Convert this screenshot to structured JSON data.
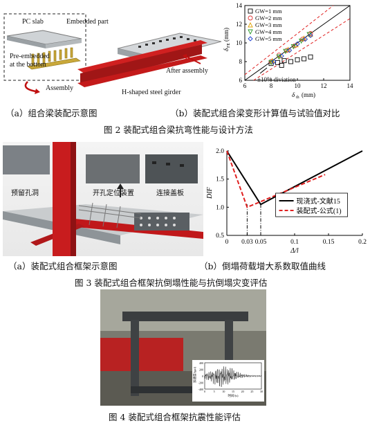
{
  "fig2": {
    "a": {
      "labels": {
        "pc_slab": "PC slab",
        "embedded_part": "Embedded part",
        "pre_embedded": "Pre-embedded",
        "at_bottom": "at the bottom",
        "after_assembly": "After assembly",
        "assembly": "Assembly",
        "girder": "H-shaped steel girder"
      },
      "caption": "（a）组合梁装配示意图"
    },
    "b": {
      "caption": "（b）装配式组合梁变形计算值与试验值对比",
      "ylabel": "δ",
      "ylabel_sub": "FE",
      "ylabel_unit": "(mm)",
      "xlabel": "δ",
      "xlabel_sub": "th",
      "xlabel_unit": "(mm)",
      "annotation": "±10% diviation"
    },
    "title": "图 2  装配式组合梁抗弯性能与设计方法"
  },
  "fig3": {
    "a": {
      "labels": {
        "hole": "预留孔洞",
        "positioning": "开孔定位装置",
        "cover_plate": "连接盖板"
      },
      "caption": "（a）装配式组合框架示意图"
    },
    "b": {
      "caption": "（b）倒塌荷载增大系数取值曲线",
      "ylabel": "DIF",
      "xlabel": "Δ/l",
      "legend": [
        "现浇式-文献15",
        "装配式-公式(1)"
      ]
    },
    "title": "图 3  装配式组合框架抗倒塌性能与抗倒塌灾变评估"
  },
  "fig4": {
    "title": "图 4  装配式组合框架抗震性能评估",
    "inset": {
      "ylabel": "加速度/(gal)",
      "xlabel": "时间/(s)",
      "yticks": [
        "400",
        "200",
        "0",
        "-200",
        "-400"
      ],
      "xticks": [
        "0",
        "5",
        "10",
        "15",
        "20",
        "25",
        "30"
      ]
    }
  },
  "chart_data": [
    {
      "type": "scatter",
      "title": "",
      "xlabel": "δth (mm)",
      "ylabel": "δFE (mm)",
      "xlim": [
        6,
        14
      ],
      "ylim": [
        6,
        14
      ],
      "xticks": [
        6,
        8,
        10,
        12,
        14
      ],
      "yticks": [
        6,
        8,
        10,
        12,
        14
      ],
      "legend_position": "top-left",
      "reference_lines": [
        "y=x",
        "y=1.1x",
        "y=0.9x"
      ],
      "series": [
        {
          "name": "GW=1 mm",
          "marker": "square",
          "color": "#000000",
          "points": [
            [
              8.0,
              7.8
            ],
            [
              8.5,
              7.9
            ],
            [
              9.0,
              8.1
            ],
            [
              9.5,
              8.0
            ],
            [
              10.0,
              8.2
            ],
            [
              10.5,
              8.3
            ],
            [
              11.0,
              8.5
            ],
            [
              8.8,
              7.6
            ]
          ]
        },
        {
          "name": "GW=2 mm",
          "marker": "circle",
          "color": "#e03030",
          "points": [
            [
              8.0,
              8.0
            ],
            [
              8.6,
              8.7
            ],
            [
              9.2,
              9.2
            ],
            [
              9.8,
              9.7
            ],
            [
              10.4,
              10.4
            ],
            [
              11.0,
              11.0
            ]
          ]
        },
        {
          "name": "GW=3 mm",
          "marker": "triangle-up",
          "color": "#e0a000",
          "points": [
            [
              8.1,
              8.1
            ],
            [
              8.7,
              8.6
            ],
            [
              9.3,
              9.3
            ],
            [
              9.9,
              9.8
            ],
            [
              10.5,
              10.5
            ],
            [
              11.0,
              10.9
            ]
          ]
        },
        {
          "name": "GW=4 mm",
          "marker": "triangle-down",
          "color": "#2a9a2a",
          "points": [
            [
              8.0,
              7.9
            ],
            [
              8.6,
              8.5
            ],
            [
              9.1,
              9.1
            ],
            [
              9.7,
              9.6
            ],
            [
              10.3,
              10.2
            ],
            [
              10.9,
              10.9
            ]
          ]
        },
        {
          "name": "GW=5 mm",
          "marker": "diamond",
          "color": "#1a3ad0",
          "points": [
            [
              8.2,
              8.0
            ],
            [
              8.8,
              8.6
            ],
            [
              9.4,
              9.2
            ],
            [
              10.0,
              9.9
            ],
            [
              10.6,
              10.4
            ],
            [
              11.0,
              10.8
            ]
          ]
        }
      ]
    },
    {
      "type": "line",
      "title": "",
      "xlabel": "Δ/l",
      "ylabel": "DIF",
      "xlim": [
        0,
        0.2
      ],
      "ylim": [
        0.5,
        2.0
      ],
      "xticks": [
        0,
        0.03,
        0.05,
        0.1,
        0.15,
        0.2
      ],
      "yticks": [
        0.5,
        1.0,
        1.5,
        2.0
      ],
      "legend_position": "bottom-right",
      "vlines": [
        0.03,
        0.05
      ],
      "series": [
        {
          "name": "现浇式-文献15",
          "style": "solid",
          "color": "#000000",
          "points": [
            [
              0,
              2.0
            ],
            [
              0.05,
              1.05
            ],
            [
              0.2,
              2.0
            ]
          ]
        },
        {
          "name": "装配式-公式(1)",
          "style": "dashed",
          "color": "#e02020",
          "points": [
            [
              0,
              2.0
            ],
            [
              0.03,
              1.0
            ],
            [
              0.05,
              1.1
            ],
            [
              0.145,
              1.58
            ]
          ]
        }
      ]
    }
  ]
}
